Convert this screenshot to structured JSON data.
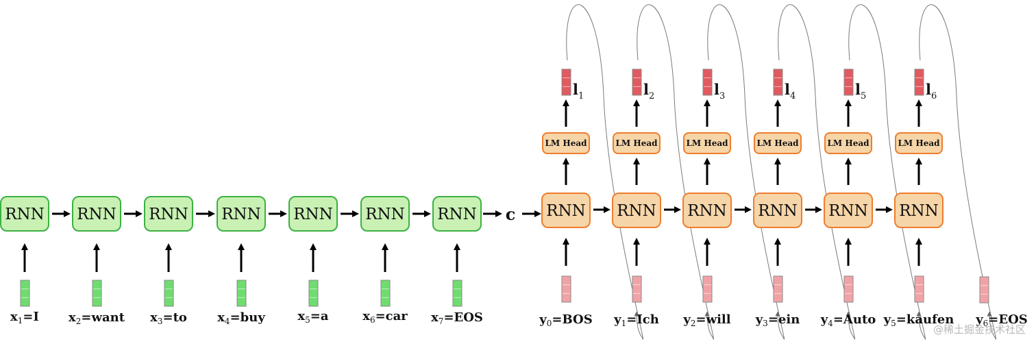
{
  "encoder": {
    "cell_label": "RNN",
    "inputs": [
      {
        "var": "x",
        "sub": "1",
        "token": "I"
      },
      {
        "var": "x",
        "sub": "2",
        "token": "want"
      },
      {
        "var": "x",
        "sub": "3",
        "token": "to"
      },
      {
        "var": "x",
        "sub": "4",
        "token": "buy"
      },
      {
        "var": "x",
        "sub": "5",
        "token": "a"
      },
      {
        "var": "x",
        "sub": "6",
        "token": "car"
      },
      {
        "var": "x",
        "sub": "7",
        "token": "EOS"
      }
    ]
  },
  "context_label": "c",
  "decoder": {
    "cell_label": "RNN",
    "head_label": "LM Head",
    "logit_var": "l",
    "logit_subs": [
      "1",
      "2",
      "3",
      "4",
      "5",
      "6"
    ],
    "inputs": [
      {
        "var": "y",
        "sub": "0",
        "token": "BOS"
      },
      {
        "var": "y",
        "sub": "1",
        "token": "Ich"
      },
      {
        "var": "y",
        "sub": "2",
        "token": "will"
      },
      {
        "var": "y",
        "sub": "3",
        "token": "ein"
      },
      {
        "var": "y",
        "sub": "4",
        "token": "Auto"
      },
      {
        "var": "y",
        "sub": "5",
        "token": "kaufen"
      },
      {
        "var": "y",
        "sub": "6",
        "token": "EOS"
      }
    ]
  },
  "watermark": "@稀土掘金技术社区",
  "colors": {
    "encoder_fill": "#c8f1b3",
    "encoder_stroke": "#3cb043",
    "decoder_fill": "#f6d5a8",
    "decoder_stroke": "#ee7d2d",
    "enc_vector": "#6fdc6f",
    "dec_vector": "#f0a3a6",
    "logit_vector": "#e05a60"
  }
}
